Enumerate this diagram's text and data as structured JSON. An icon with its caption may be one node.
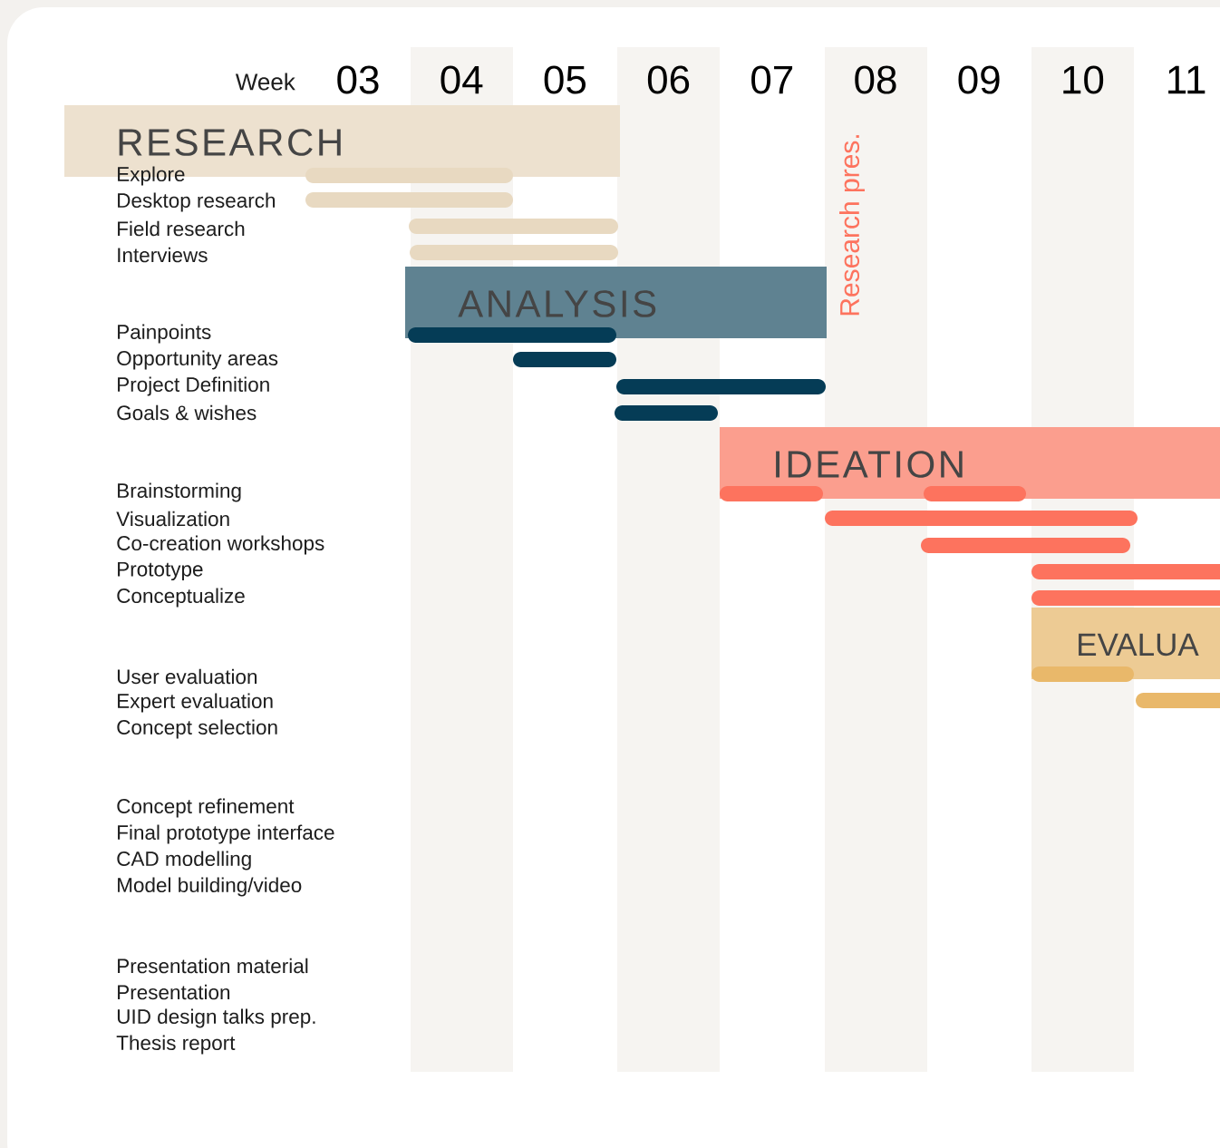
{
  "diagram": {
    "nodes": [
      {
        "text": [
          "RESEARCH"
        ]
      },
      {
        "text": [
          "ANALYSIS"
        ]
      },
      {
        "text": [
          "IDEATION"
        ]
      },
      {
        "text": [
          "EVALUA"
        ]
      }
    ],
    "labels": [
      "Week",
      "03",
      "04",
      "05",
      "06",
      "07",
      "08",
      "09",
      "10",
      "11",
      "Explore",
      "Desktop research",
      "Field research",
      "Interviews",
      "Painpoints",
      "Opportunity areas",
      "Project Definition",
      "Goals & wishes",
      "Brainstorming",
      "Visualization",
      "Co-creation workshops",
      "Prototype",
      "Conceptualize",
      "User evaluation",
      "Expert evaluation",
      "Concept selection",
      "Concept refinement",
      "Final prototype interface",
      "CAD modelling",
      "Model building/video",
      "Presentation material",
      "Presentation",
      "UID design talks prep.",
      "Thesis report",
      "Research pres."
    ]
  }
}
